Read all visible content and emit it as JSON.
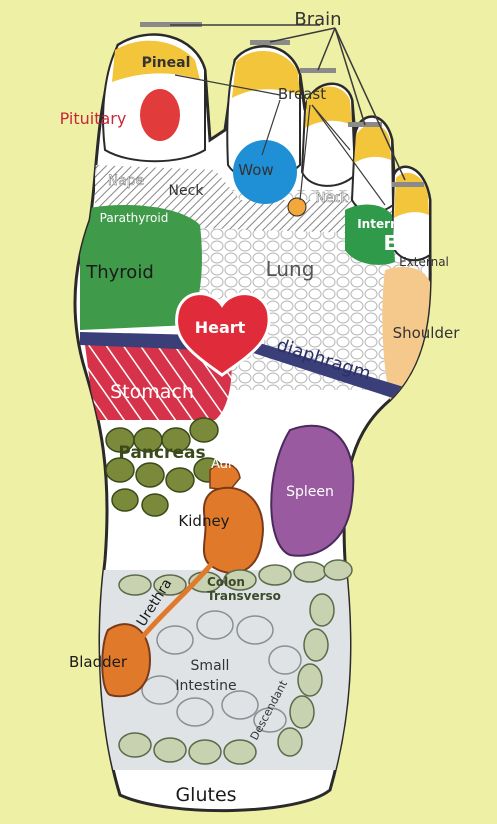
{
  "labels": {
    "brain": "Brain",
    "pineal": "Pineal",
    "breast": "Breast",
    "pituitary": "Pituitary",
    "wow": "Wow",
    "nape": "Nape",
    "neck_left": "Neck",
    "neck_right": "Neck",
    "parathyroid": "Parathyroid",
    "interno": "Interno",
    "ear": "Ear",
    "external": "External",
    "thyroid": "Thyroid",
    "lung": "Lung",
    "heart": "Heart",
    "shoulder": "Shoulder",
    "diaphragm": "diaphragm",
    "stomach": "Stomach",
    "pancreas": "Pancreas",
    "adrenal": "Adrenal",
    "spleen": "Spleen",
    "kidney": "Kidney",
    "colon": "Colon",
    "transverso": "Transverso",
    "urethra": "Urethra",
    "bladder": "Bladder",
    "small": "Small",
    "intestine": "Intestine",
    "descendant": "Descendant",
    "glutes": "Glutes"
  },
  "colors": {
    "background": "#eef0a6",
    "foot_outline": "#2a2a2a",
    "toe_tip": "#f2c53a",
    "pituitary": "#e23b3b",
    "wow": "#1f8fd6",
    "thyroid": "#3f9a4a",
    "lung": "#ffffff",
    "heart": "#e02c3a",
    "shoulder": "#f5c98c",
    "diaphragm": "#3a3f7a",
    "stomach": "#d6324a",
    "pancreas": "#6a7a3a",
    "spleen": "#9a5aa0",
    "kidney": "#e07a2a",
    "bladder": "#e07a2a",
    "intestine": "#d8dde0",
    "label_red": "#c8283a"
  }
}
